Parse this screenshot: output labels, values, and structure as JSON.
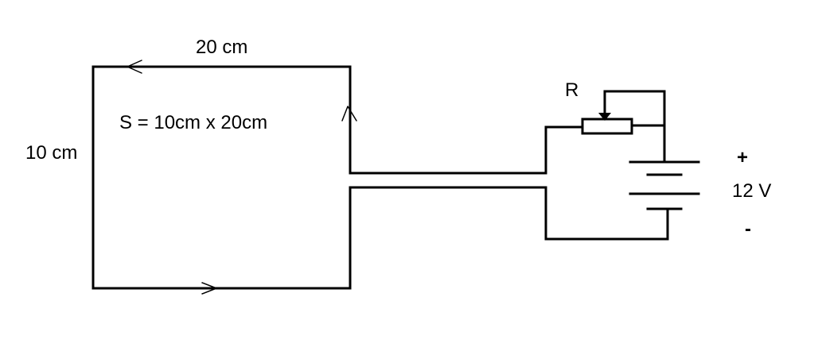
{
  "labels": {
    "top_side": "20 cm",
    "left_side": "10 cm",
    "area": "S = 10cm x 20cm",
    "resistor": "R",
    "voltage": "12 V",
    "plus": "+",
    "minus": "-"
  }
}
